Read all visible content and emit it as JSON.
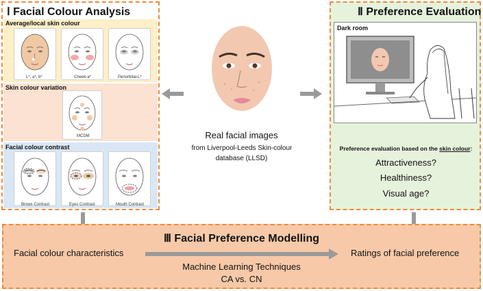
{
  "section1": {
    "title": "Ⅰ Facial Colour Analysis",
    "avg": {
      "title": "Average/local skin colour",
      "captions": [
        "L*, a*, b*",
        "Cheek-a*",
        "Periorbital-L*"
      ]
    },
    "variation": {
      "title": "Skin colour variation",
      "caption": "MCDM"
    },
    "contrast": {
      "title": "Facial colour contrast",
      "captions": [
        "Brows Contrast",
        "Eyes Contrast",
        "Mouth Contrast"
      ]
    }
  },
  "center": {
    "line1": "Real facial images",
    "line2": "from Liverpool-Leeds Skin-colour",
    "line3": "database (LLSD)"
  },
  "section2": {
    "title": "Ⅱ Preference Evaluation",
    "room_label": "Dark room",
    "eval_prefix": "Preference evaluation based on the ",
    "eval_underlined": "skin colour",
    "eval_suffix": ":",
    "questions": [
      "Attractiveness?",
      "Healthiness?",
      "Visual age?"
    ]
  },
  "section3": {
    "title": "Ⅲ Facial Preference Modelling",
    "left": "Facial colour characteristics",
    "right": "Ratings of facial preference",
    "method1": "Machine Learning Techniques",
    "method2": "CA vs. CN"
  },
  "colors": {
    "border": "#ef8a3c",
    "panel1_avg": "#fdefc8",
    "panel1_var": "#fbe2d2",
    "panel1_contrast": "#d9e6f5",
    "panel2": "#e6f3dc",
    "panel3": "#f7c9a8",
    "arrow": "#9a9a9a"
  }
}
